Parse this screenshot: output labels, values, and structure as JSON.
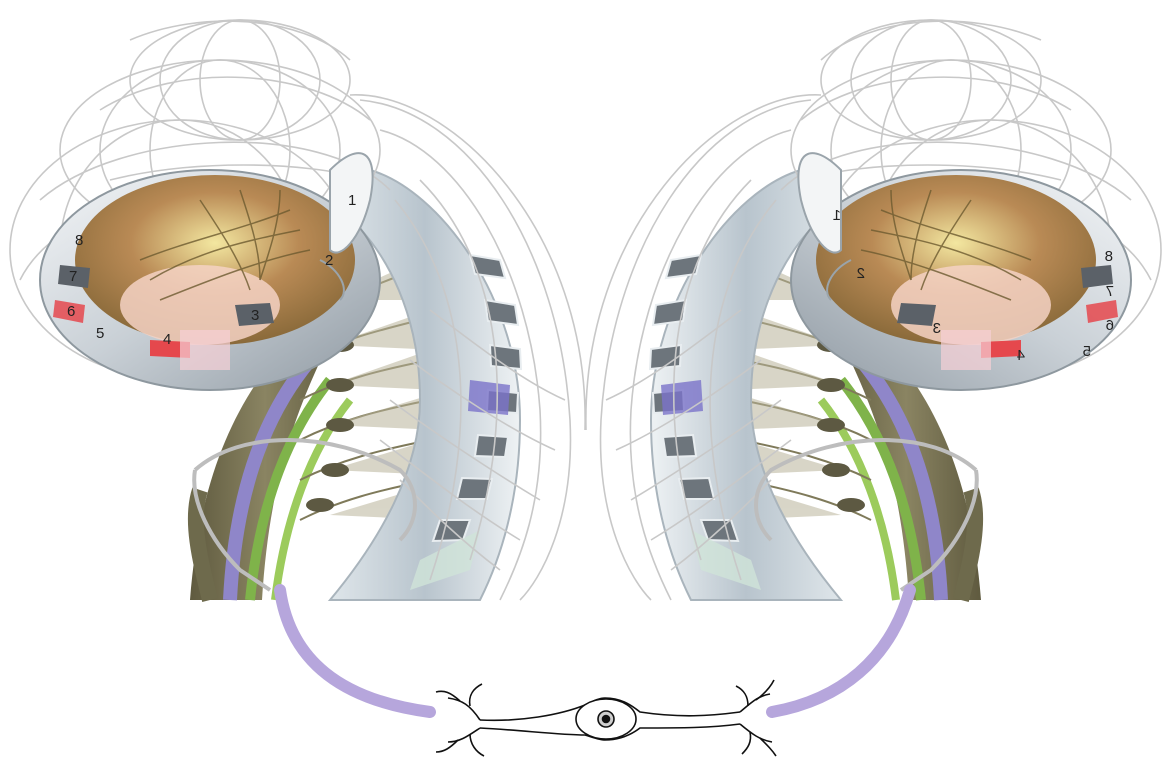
{
  "left_cochlea": {
    "electrode_labels": [
      "1",
      "2",
      "3",
      "4",
      "5",
      "6",
      "7",
      "8"
    ]
  },
  "right_cochlea": {
    "electrode_labels": [
      "1",
      "2",
      "3",
      "4",
      "5",
      "6",
      "7",
      "8"
    ]
  },
  "colors": {
    "wire": "#b6a6dc",
    "nerve_olive": "#7a7556",
    "electrode_silver": "#d9dee2",
    "contact_red": "#e5484d",
    "mesh_gray": "#c8c8c8",
    "nerve_green": "#8cc04a",
    "nerve_purple": "#8f86c9"
  },
  "icons": [
    "neuron-icon"
  ]
}
